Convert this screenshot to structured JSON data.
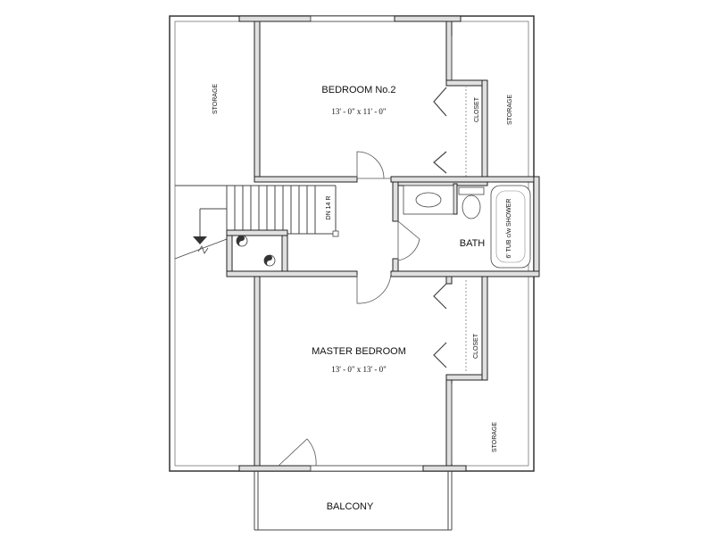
{
  "rooms": {
    "bedroom2": {
      "name": "BEDROOM No.2",
      "size": "13' - 0\" x 11' - 0\""
    },
    "master": {
      "name": "MASTER BEDROOM",
      "size": "13' - 0\" x 13' - 0\""
    },
    "bath": {
      "name": "BATH"
    },
    "balcony": {
      "name": "BALCONY"
    },
    "storage_top_left": "STORAGE",
    "storage_top_right": "STORAGE",
    "storage_bottom_right": "STORAGE",
    "closet_top": "CLOSET",
    "closet_bottom": "CLOSET"
  },
  "fixtures": {
    "tub": "6' TUB c/w SHOWER",
    "stair": "DN 14 R"
  }
}
